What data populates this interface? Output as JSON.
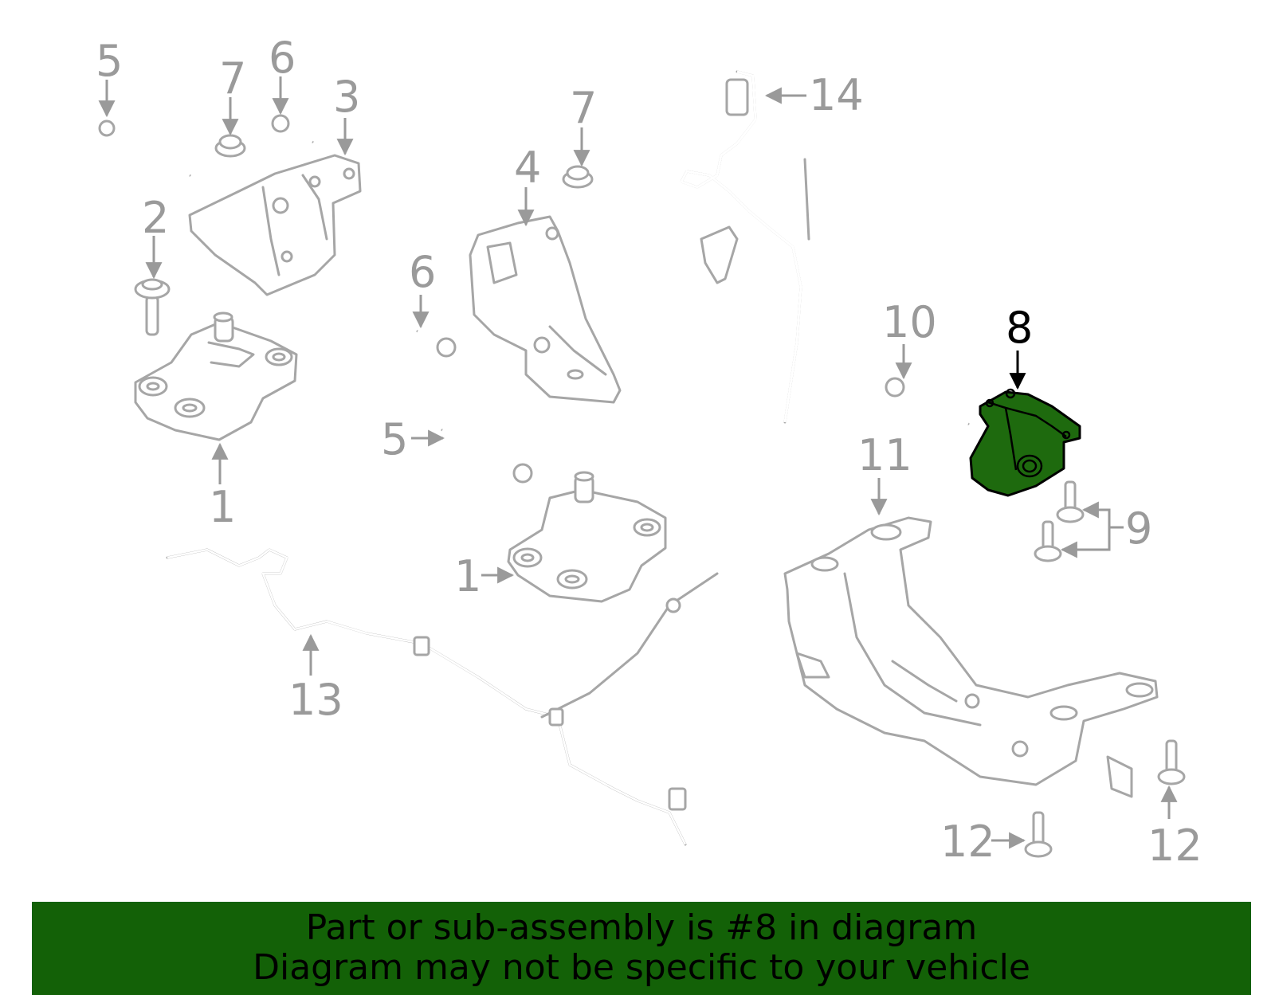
{
  "diagram": {
    "callouts": [
      {
        "id": "c5a",
        "label": "5"
      },
      {
        "id": "c7a",
        "label": "7"
      },
      {
        "id": "c6a",
        "label": "6"
      },
      {
        "id": "c3",
        "label": "3"
      },
      {
        "id": "c2",
        "label": "2"
      },
      {
        "id": "c1a",
        "label": "1"
      },
      {
        "id": "c4",
        "label": "4"
      },
      {
        "id": "c7b",
        "label": "7"
      },
      {
        "id": "c6b",
        "label": "6"
      },
      {
        "id": "c5b",
        "label": "5"
      },
      {
        "id": "c1b",
        "label": "1"
      },
      {
        "id": "c13",
        "label": "13"
      },
      {
        "id": "c14",
        "label": "14"
      },
      {
        "id": "c10",
        "label": "10"
      },
      {
        "id": "c8",
        "label": "8"
      },
      {
        "id": "c9",
        "label": "9"
      },
      {
        "id": "c11",
        "label": "11"
      },
      {
        "id": "c12a",
        "label": "12"
      },
      {
        "id": "c12b",
        "label": "12"
      }
    ],
    "highlighted_part": "8",
    "highlight_color": "#1e6a0e",
    "part_line_color": "#a6a6a6"
  },
  "banner": {
    "line1": "Part or sub-assembly is #8 in diagram",
    "line2": "Diagram may not be specific to your vehicle",
    "background": "#136107"
  }
}
